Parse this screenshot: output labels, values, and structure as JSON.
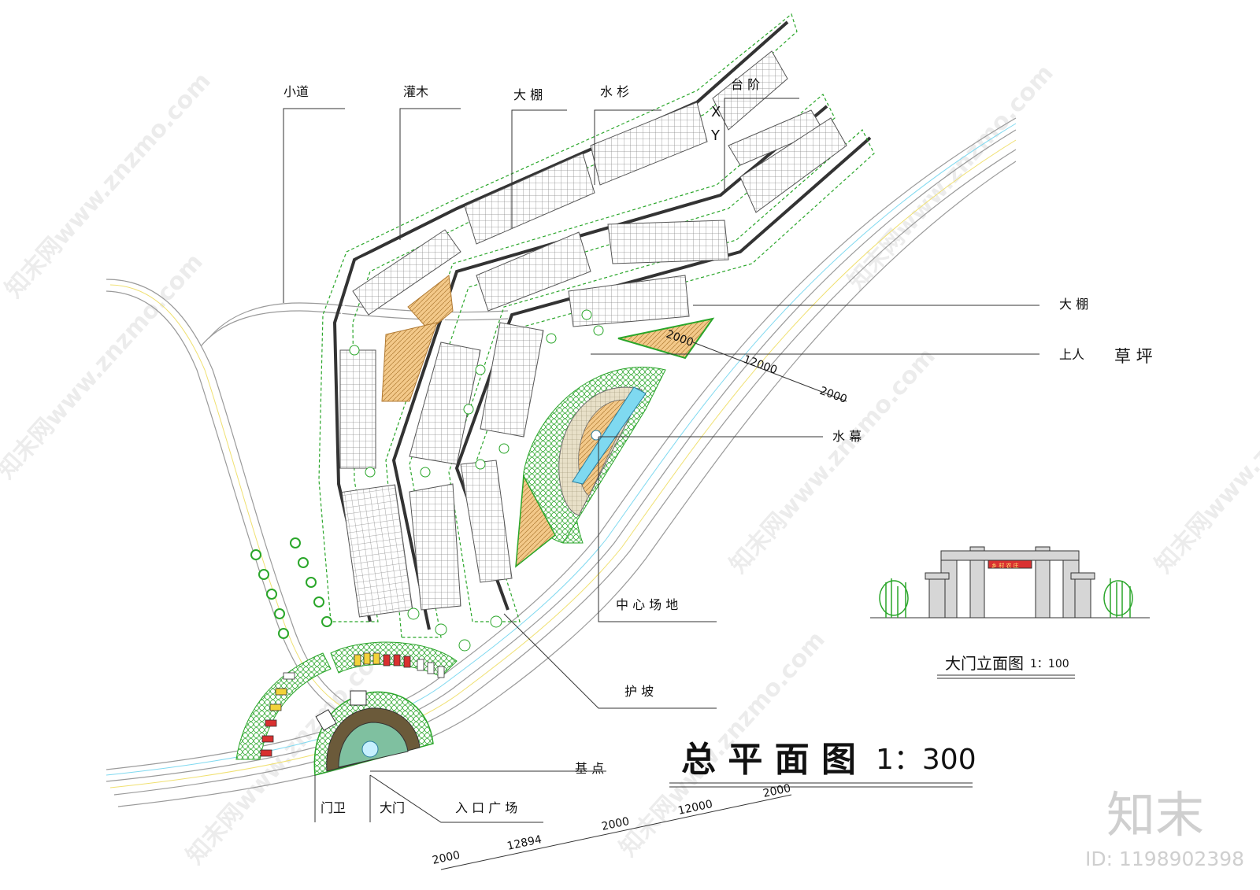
{
  "title": {
    "main": "总 平 面 图",
    "scale": "1：300"
  },
  "elevation": {
    "title": "大门立面图",
    "scale": "1：100",
    "gate_sign": "乡 村 农 庄"
  },
  "labels": {
    "path": "小道",
    "shrub": "灌木",
    "greenhouse_top": "大 棚",
    "metasequoia": "水 杉",
    "steps": "台 阶",
    "x_mark": "X",
    "y_mark": "Y",
    "greenhouse_right": "大 棚",
    "walkable": "上人",
    "lawn": "草 坪",
    "water_curtain": "水 幕",
    "central_plaza": "中 心 场 地",
    "slope": "护 坡",
    "base_point": "基 点",
    "guard": "门卫",
    "gate": "大门",
    "entrance_plaza": "入 口 广 场"
  },
  "dimensions": {
    "d_a": "2000",
    "d_b": "12000",
    "d_c": "2000",
    "b1": "2000",
    "b2": "12894",
    "b3": "2000",
    "b4": "12000",
    "b5": "2000"
  },
  "watermark": {
    "text": "知末网www.znzmo.com",
    "logo": "知末",
    "id": "ID: 1198902398"
  },
  "colors": {
    "green": "#2aa62a",
    "tree": "#caf5c0",
    "plaza": "#f2c98e",
    "water": "#7fd9f0",
    "road": "#9a9a9a"
  }
}
